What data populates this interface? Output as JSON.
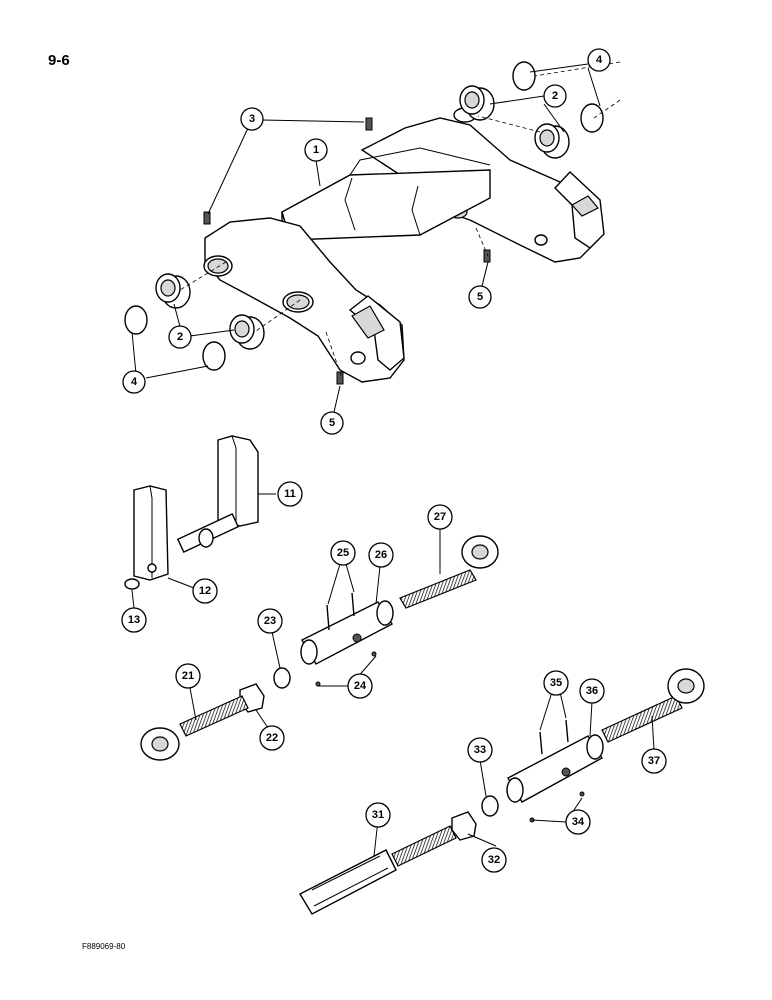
{
  "page": {
    "number": "9-6",
    "figure_code": "F889069-80"
  },
  "callouts": [
    {
      "key": "c1",
      "label": "1"
    },
    {
      "key": "c2a",
      "label": "2"
    },
    {
      "key": "c2b",
      "label": "2"
    },
    {
      "key": "c3",
      "label": "3"
    },
    {
      "key": "c4a",
      "label": "4"
    },
    {
      "key": "c4b",
      "label": "4"
    },
    {
      "key": "c5a",
      "label": "5"
    },
    {
      "key": "c5b",
      "label": "5"
    },
    {
      "key": "c11",
      "label": "11"
    },
    {
      "key": "c12",
      "label": "12"
    },
    {
      "key": "c13",
      "label": "13"
    },
    {
      "key": "c21",
      "label": "21"
    },
    {
      "key": "c22",
      "label": "22"
    },
    {
      "key": "c23",
      "label": "23"
    },
    {
      "key": "c24",
      "label": "24"
    },
    {
      "key": "c25",
      "label": "25"
    },
    {
      "key": "c26",
      "label": "26"
    },
    {
      "key": "c27",
      "label": "27"
    },
    {
      "key": "c31",
      "label": "31"
    },
    {
      "key": "c32",
      "label": "32"
    },
    {
      "key": "c33",
      "label": "33"
    },
    {
      "key": "c34",
      "label": "34"
    },
    {
      "key": "c35",
      "label": "35"
    },
    {
      "key": "c36",
      "label": "36"
    },
    {
      "key": "c37",
      "label": "37"
    }
  ]
}
